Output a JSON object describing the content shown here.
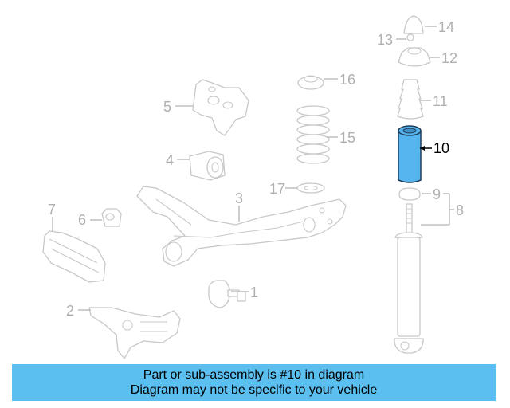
{
  "highlight_color": "#56b5ef",
  "banner_color": "#5bc0f0",
  "callouts": {
    "c1": "1",
    "c2": "2",
    "c3": "3",
    "c4": "4",
    "c5": "5",
    "c6": "6",
    "c7": "7",
    "c8": "8",
    "c9": "9",
    "c10": "10",
    "c11": "11",
    "c12": "12",
    "c13": "13",
    "c14": "14",
    "c15": "15",
    "c16": "16",
    "c17": "17"
  },
  "banner": {
    "line1": "Part or sub-assembly is #10 in diagram",
    "line2": "Diagram may not be specific to your vehicle"
  }
}
